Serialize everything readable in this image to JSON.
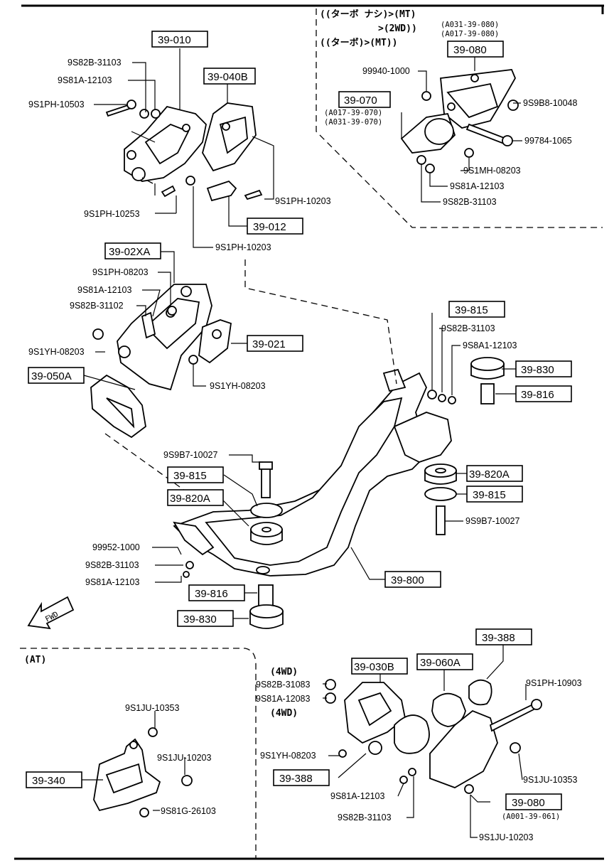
{
  "boxed_labels": {
    "b39010": "39-010",
    "b39040b": "39-040B",
    "b39012": "39-012",
    "b39080top": "39-080",
    "b39070": "39-070",
    "b3902xa": "39-02XA",
    "b39021": "39-021",
    "b39050a": "39-050A",
    "b39815a": "39-815",
    "b39830a": "39-830",
    "b39816a": "39-816",
    "b39820aR": "39-820A",
    "b39815c": "39-815",
    "b39815b": "39-815",
    "b39820aL": "39-820A",
    "b39800": "39-800",
    "b39816b": "39-816",
    "b39830b": "39-830",
    "b39388a": "39-388",
    "b39030b": "39-030B",
    "b39060a": "39-060A",
    "b39340": "39-340",
    "b39388b": "39-388",
    "b39080bot": "39-080"
  },
  "part_numbers": {
    "p1": "9S82B-31103",
    "p2": "9S81A-12103",
    "p3": "9S1PH-10503",
    "p4": "9S1PH-10203",
    "p5": "9S1PH-10253",
    "p6": "9S1PH-10203",
    "p7": "99940-1000",
    "p8": "9S9B8-10048",
    "p9": "99784-1065",
    "p10": "9S1MH-08203",
    "p11": "9S81A-12103",
    "p12": "9S82B-31103",
    "p13": "9S1PH-08203",
    "p14": "9S81A-12103",
    "p15": "9S82B-31102",
    "p16": "9S1YH-08203",
    "p17": "9S1YH-08203",
    "p18": "9S82B-31103",
    "p19": "9S8A1-12103",
    "p20": "9S9B7-10027",
    "p21": "9S9B7-10027",
    "p22": "99952-1000",
    "p23": "9S82B-31103",
    "p24": "9S81A-12103",
    "p25": "9S1JU-10353",
    "p26": "9S1JU-10203",
    "p27": "9S81G-26103",
    "p28": "9S82B-31083",
    "p29": "9S81A-12083",
    "p30": "9S1YH-08203",
    "p31": "9S81A-12103",
    "p32": "9S82B-31103",
    "p33": "9S1PH-10903",
    "p34": "9S1JU-10353",
    "p35": "9S1JU-10203"
  },
  "notes": {
    "turbo1": "((ターボ ナシ)>(MT)",
    "turbo2": ">(2WD))",
    "turbo3": "((ターボ)>(MT))",
    "serial1": "(A031-39-080)",
    "serial2": "(A017-39-080)",
    "serial3": "(A017-39-070)",
    "serial4": "(A031-39-070)",
    "at": "(AT)",
    "wd1": "(4WD)",
    "wd2": "(4WD)",
    "serial5": "(A001-39-061)",
    "fwd": "FWD"
  }
}
